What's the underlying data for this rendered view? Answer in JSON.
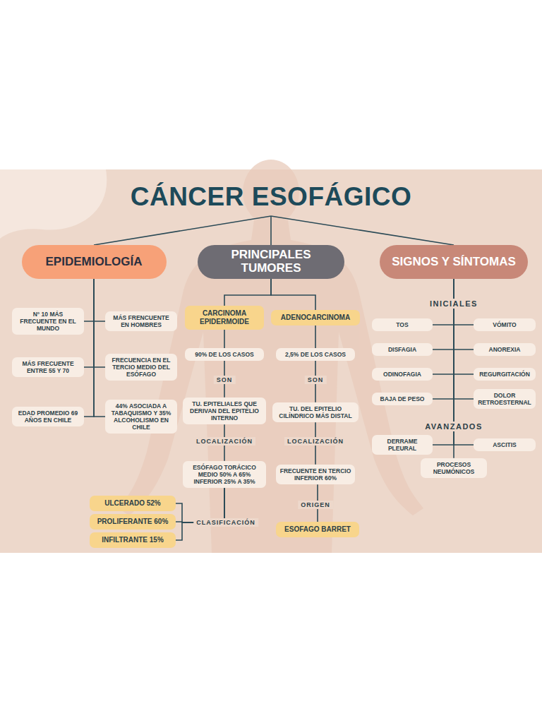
{
  "diagram": {
    "title": "CÁNCER ESOFÁGICO",
    "nodes": [
      {
        "text": [
          "EPIDEMIOLOGÍA"
        ]
      },
      {
        "text": [
          "PRINCIPALES TUMORES"
        ]
      },
      {
        "text": [
          "SIGNOS Y SÍNTOMAS"
        ]
      },
      {
        "text": [
          "N° 10 MÁS FRECUENTE EN EL MUNDO"
        ]
      },
      {
        "text": [
          "MÁS FRENCUENTE EN HOMBRES"
        ]
      },
      {
        "text": [
          "MÁS FRECUENTE ENTRE 55 Y 70"
        ]
      },
      {
        "text": [
          "FRECUENCIA EN EL TERCIO MEDIO DEL ESÓFAGO"
        ]
      },
      {
        "text": [
          "EDAD PROMEDIO 69 AÑOS EN CHILE"
        ]
      },
      {
        "text": [
          "44% ASOCIADA A TABAQUISMO Y 35% ALCOHOLISMO EN CHILE"
        ]
      },
      {
        "text": [
          "CARCINOMA EPIDERMOIDE"
        ]
      },
      {
        "text": [
          "ADENOCARCINOMA"
        ]
      },
      {
        "text": [
          "90% DE LOS CASOS"
        ]
      },
      {
        "text": [
          "2,5% DE LOS CASOS"
        ]
      },
      {
        "text": [
          "TU. EPITELIALES QUE DERIVAN DEL EPITELIO INTERNO"
        ]
      },
      {
        "text": [
          "TU. DEL EPITELIO CILÍNDRICO MÁS DISTAL"
        ]
      },
      {
        "text": [
          "ESÓFAGO TORÁCICO MEDIO 50% A 65% INFERIOR 25% A 35%"
        ]
      },
      {
        "text": [
          "FRECUENTE EN TERCIO INFERIOR 60%"
        ]
      },
      {
        "text": [
          "ULCERADO 52%"
        ]
      },
      {
        "text": [
          "PROLIFERANTE 60%"
        ]
      },
      {
        "text": [
          "INFILTRANTE 15%"
        ]
      },
      {
        "text": [
          "ESOFAGO BARRET"
        ]
      },
      {
        "text": [
          "TOS"
        ]
      },
      {
        "text": [
          "VÓMITO"
        ]
      },
      {
        "text": [
          "DISFAGIA"
        ]
      },
      {
        "text": [
          "ANOREXIA"
        ]
      },
      {
        "text": [
          "ODINOFAGIA"
        ]
      },
      {
        "text": [
          "REGURGITACIÓN"
        ]
      },
      {
        "text": [
          "BAJA DE PESO"
        ]
      },
      {
        "text": [
          "DOLOR RETROESTERNAL"
        ]
      },
      {
        "text": [
          "DERRAME PLEURAL"
        ]
      },
      {
        "text": [
          "ASCITIS"
        ]
      },
      {
        "text": [
          "PROCESOS NEUMÓNICOS"
        ]
      }
    ],
    "edges": [
      {
        "from": 0,
        "to": 3,
        "arrow": "none"
      },
      {
        "from": 0,
        "to": 4,
        "arrow": "none"
      },
      {
        "from": 0,
        "to": 5,
        "arrow": "none"
      },
      {
        "from": 0,
        "to": 6,
        "arrow": "none"
      },
      {
        "from": 0,
        "to": 7,
        "arrow": "none"
      },
      {
        "from": 0,
        "to": 8,
        "arrow": "none"
      },
      {
        "from": 1,
        "to": 9,
        "arrow": "none"
      },
      {
        "from": 1,
        "to": 10,
        "arrow": "none"
      },
      {
        "from": 9,
        "to": 11,
        "arrow": "none"
      },
      {
        "from": 10,
        "to": 12,
        "arrow": "none"
      },
      {
        "from": 11,
        "to": 13,
        "label": "SON",
        "arrow": "none"
      },
      {
        "from": 12,
        "to": 14,
        "label": "SON",
        "arrow": "none"
      },
      {
        "from": 13,
        "to": 15,
        "label": "LOCALIZACIÓN",
        "arrow": "none"
      },
      {
        "from": 14,
        "to": 16,
        "label": "LOCALIZACIÓN",
        "arrow": "none"
      },
      {
        "from": 15,
        "to": 17,
        "arrow": "none"
      },
      {
        "from": 15,
        "to": 18,
        "label": "CLASIFICACIÓN",
        "arrow": "none"
      },
      {
        "from": 15,
        "to": 19,
        "arrow": "none"
      },
      {
        "from": 16,
        "to": 20,
        "label": "ORIGEN",
        "arrow": "none"
      },
      {
        "from": 2,
        "to": 21,
        "label": "INICIALES",
        "arrow": "none"
      },
      {
        "from": 2,
        "to": 22,
        "arrow": "none"
      },
      {
        "from": 2,
        "to": 23,
        "arrow": "none"
      },
      {
        "from": 2,
        "to": 24,
        "arrow": "none"
      },
      {
        "from": 2,
        "to": 25,
        "arrow": "none"
      },
      {
        "from": 2,
        "to": 26,
        "arrow": "none"
      },
      {
        "from": 2,
        "to": 27,
        "arrow": "none"
      },
      {
        "from": 2,
        "to": 28,
        "arrow": "none"
      },
      {
        "from": 2,
        "to": 29,
        "label": "AVANZADOS",
        "arrow": "none"
      },
      {
        "from": 2,
        "to": 30,
        "arrow": "none"
      },
      {
        "from": 2,
        "to": 31,
        "arrow": "none"
      }
    ]
  }
}
